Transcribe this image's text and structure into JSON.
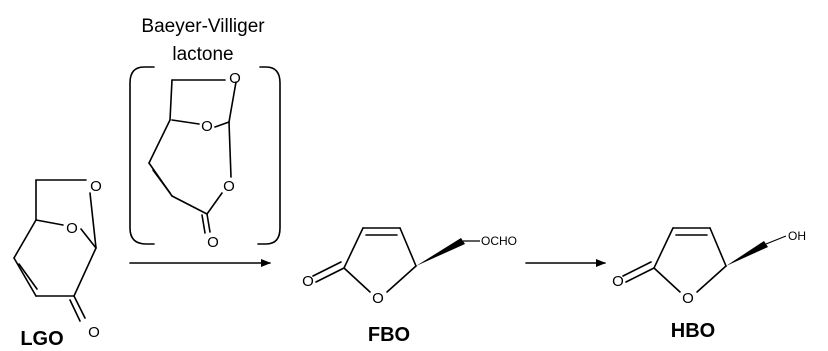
{
  "intermediate": {
    "caption_line1": "Baeyer-Villiger",
    "caption_line2": "lactone"
  },
  "compounds": {
    "lgo": "LGO",
    "fbo": "FBO",
    "hbo": "HBO"
  },
  "atoms": {
    "oxygen": "O",
    "formyloxy": "OCHO",
    "hydroxyl": "OH"
  }
}
